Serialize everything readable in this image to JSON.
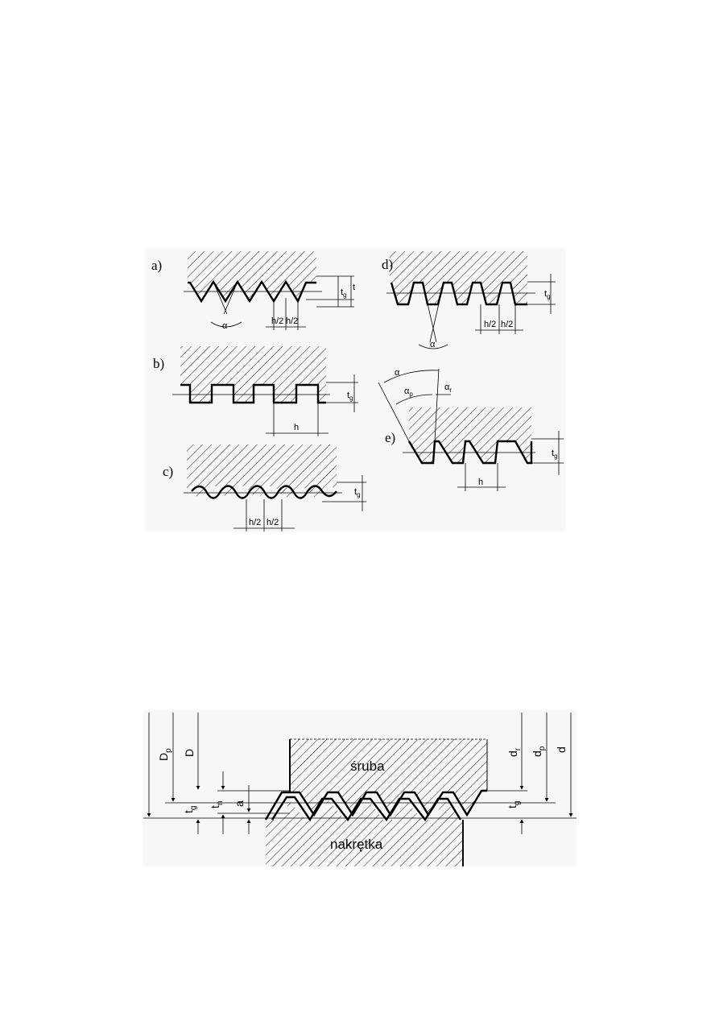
{
  "figure_top": {
    "labels": {
      "a": "a)",
      "b": "b)",
      "c": "c)",
      "d": "d)",
      "e": "e)"
    },
    "dims": {
      "tg": "t",
      "tg_sub": "g",
      "t": "t",
      "h": "h",
      "h2": "h/2",
      "alpha": "α",
      "alpha_p_base": "α",
      "alpha_p_sub": "p",
      "alpha_r_base": "α",
      "alpha_r_sub": "r"
    }
  },
  "figure_bottom": {
    "screw": "śruba",
    "nut": "nakrętka",
    "dims": {
      "Dp_base": "D",
      "Dp_sub": "p",
      "D": "D",
      "tg_base": "t",
      "tg_sub": "g",
      "tn_base": "t",
      "tn_sub": "n",
      "a": "a",
      "dr_base": "d",
      "dr_sub": "r",
      "dp_base": "d",
      "dp_sub": "p",
      "d": "d"
    }
  }
}
